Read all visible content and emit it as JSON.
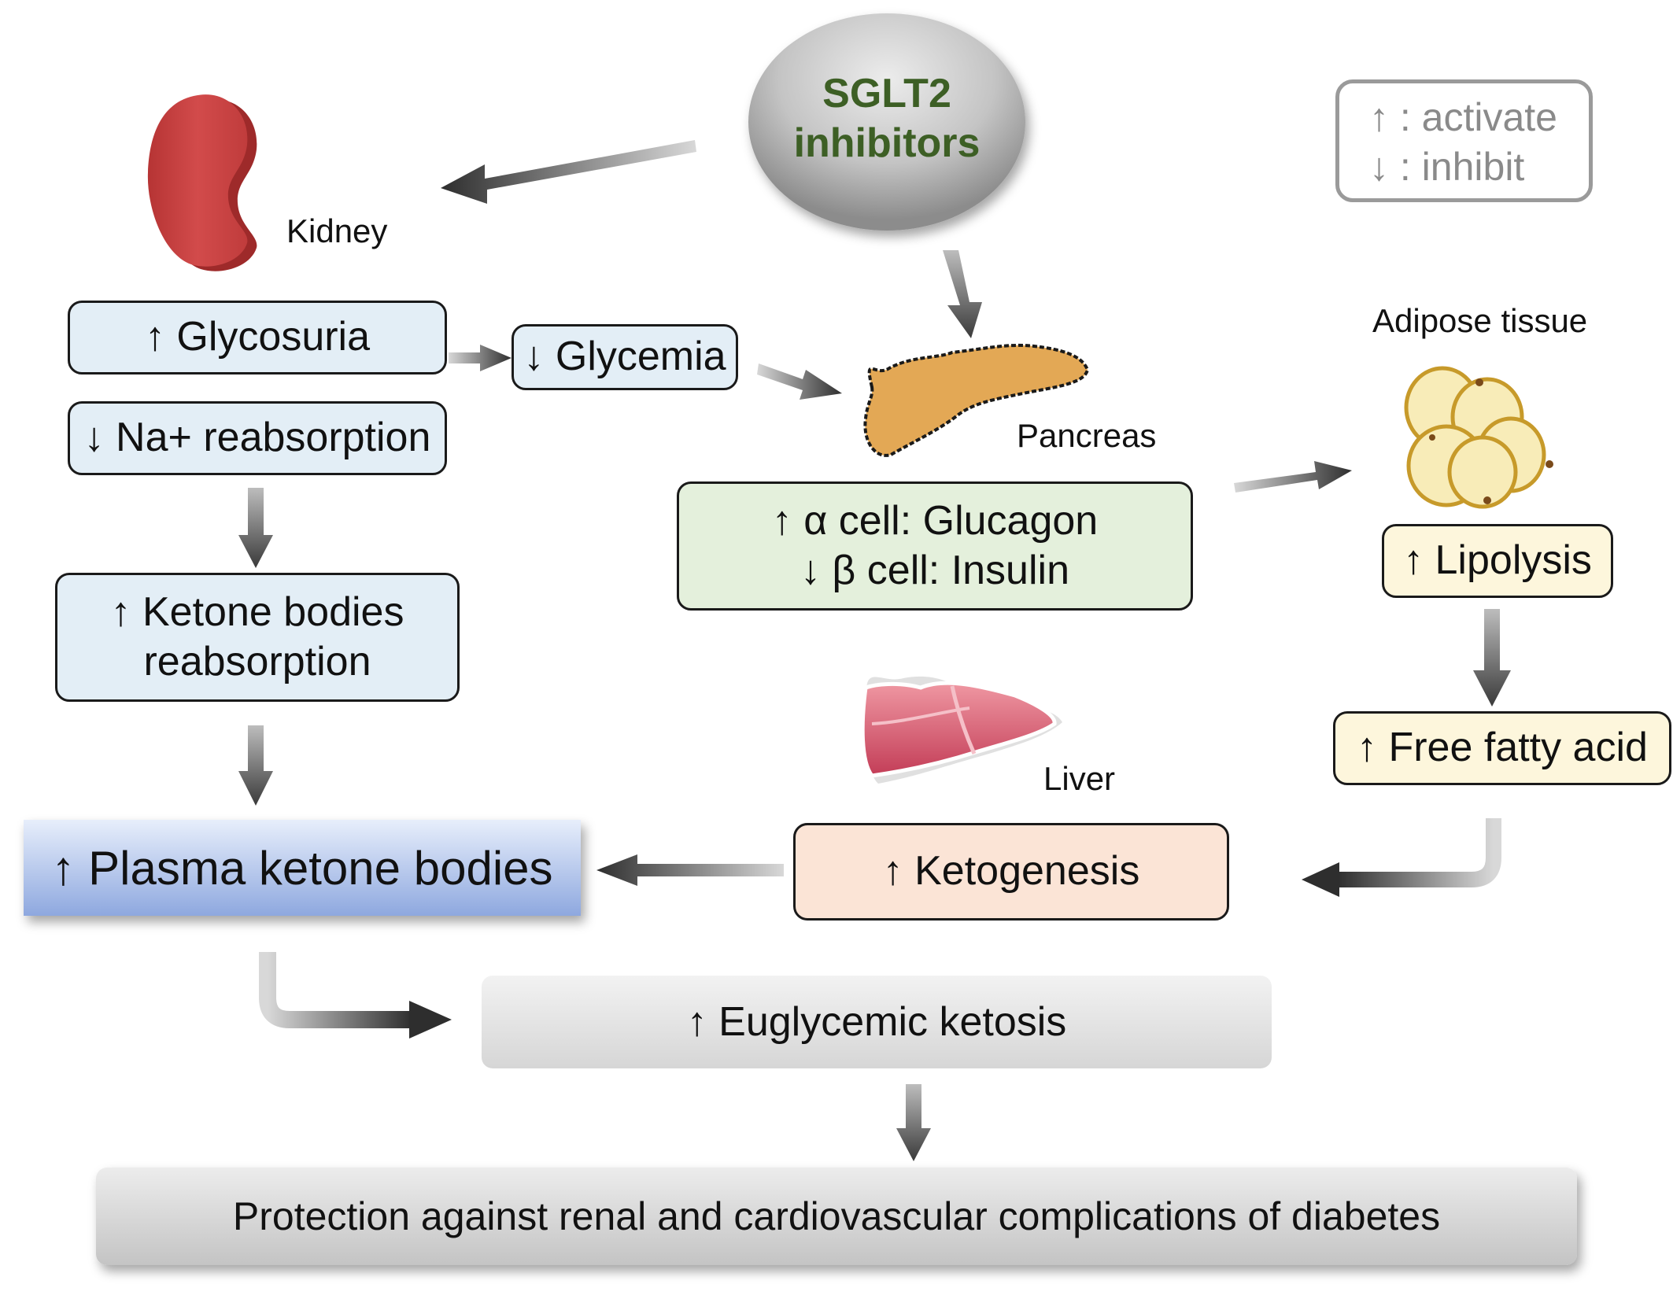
{
  "drug": {
    "line1": "SGLT2",
    "line2": "inhibitors"
  },
  "legend": {
    "activate": "↑ : activate",
    "inhibit": "↓ : inhibit"
  },
  "organs": {
    "kidney": "Kidney",
    "pancreas": "Pancreas",
    "adipose": "Adipose tissue",
    "liver": "Liver"
  },
  "boxes": {
    "glycosuria": "↑ Glycosuria",
    "na_reabsorption": "↓ Na+ reabsorption",
    "glycemia": "↓ Glycemia",
    "ketone_reabsorption_line1": "↑  Ketone bodies",
    "ketone_reabsorption_line2": "reabsorption",
    "alpha_cell": "↑ α cell: Glucagon",
    "beta_cell": "↓ β cell: Insulin",
    "lipolysis": "↑ Lipolysis",
    "free_fatty_acid": "↑ Free fatty acid",
    "ketogenesis": "↑ Ketogenesis",
    "plasma_ketone": "↑  Plasma ketone bodies",
    "euglycemic_ketosis": "↑ Euglycemic ketosis",
    "protection": "Protection against renal and cardiovascular complications of diabetes"
  },
  "colors": {
    "drug_text": "#3d5f25",
    "kidney": "#cc4444",
    "pancreas": "#e3a855",
    "fat_cell": "#f8ecb8",
    "liver": "#d4536a",
    "plasma_box": "#8ea8df"
  }
}
